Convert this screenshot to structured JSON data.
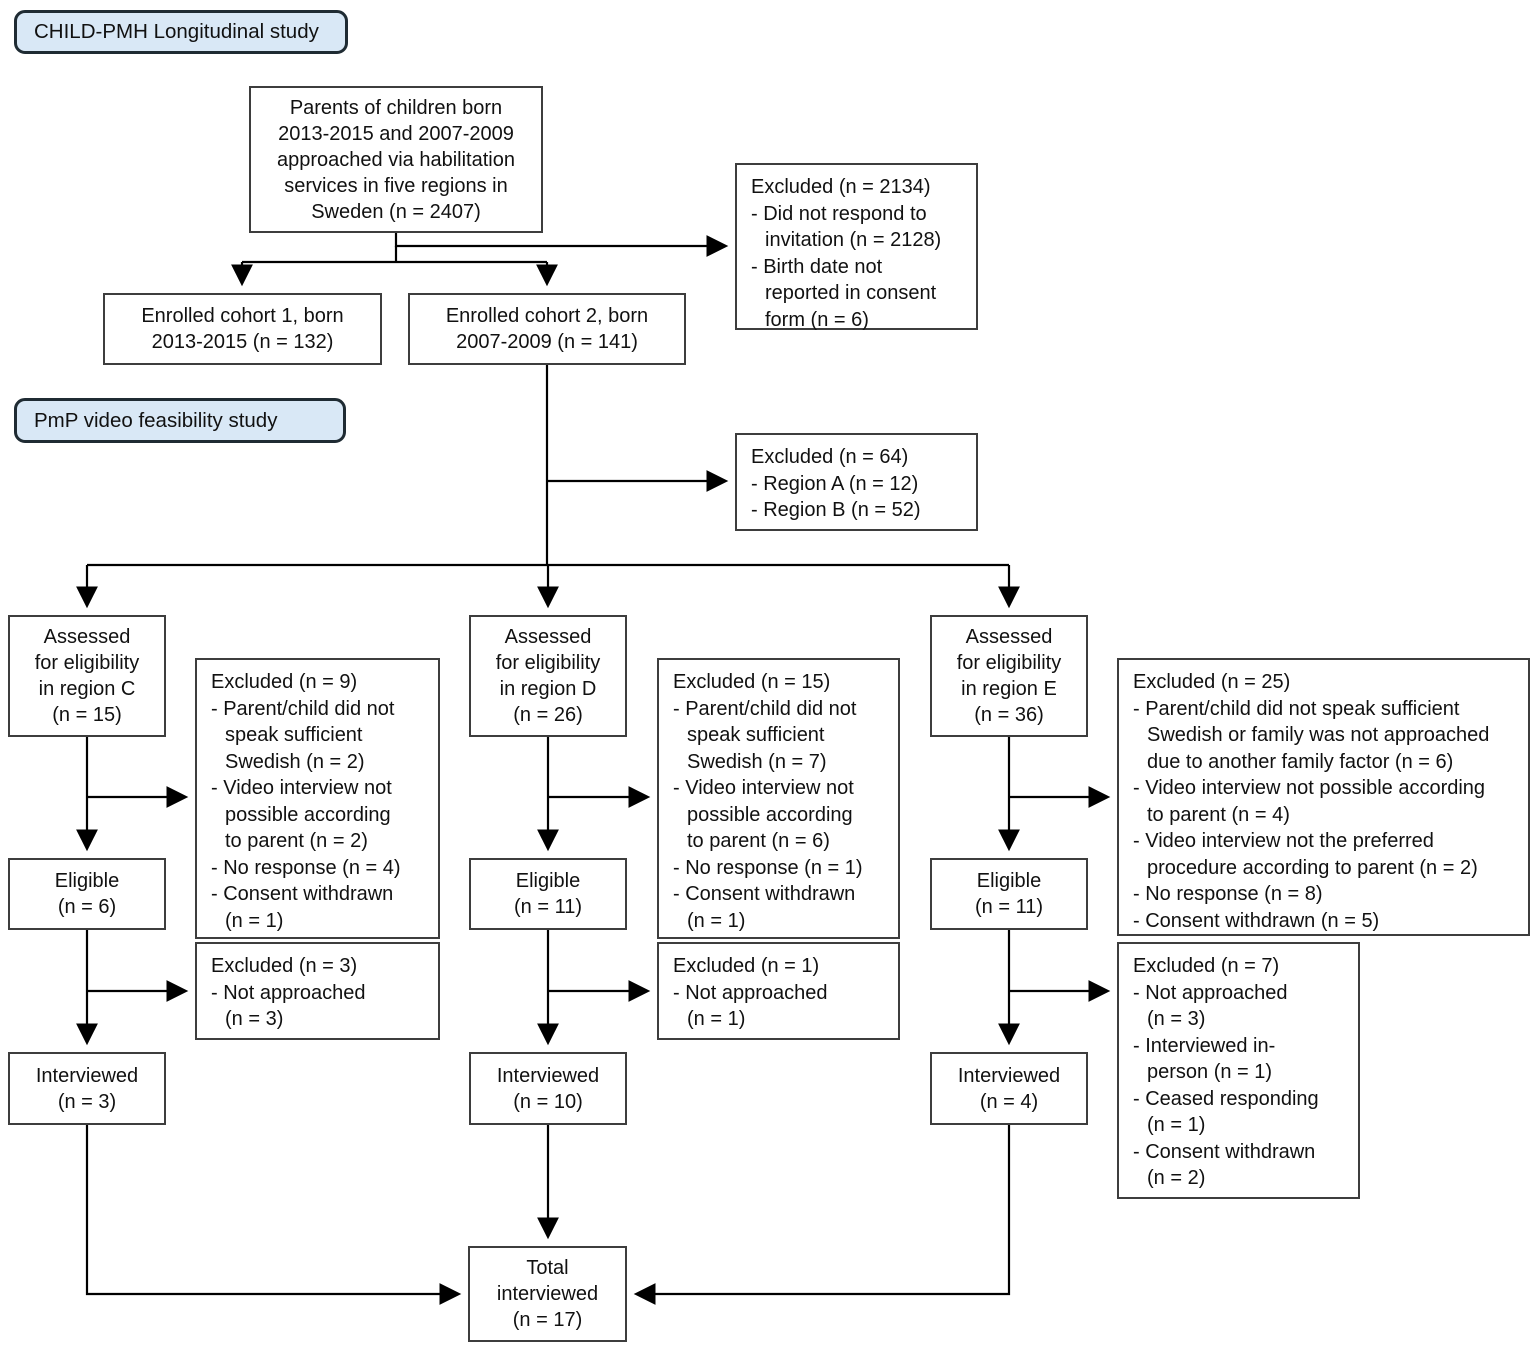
{
  "diagram": {
    "study_labels": {
      "longitudinal": "CHILD-PMH Longitudinal study",
      "feasibility": "PmP video feasibility study"
    },
    "nodes": {
      "parents": "Parents of children born\n2013-2015 and 2007-2009\napproached via habilitation\nservices in five regions in\nSweden (n = 2407)",
      "cohort1": "Enrolled cohort 1, born\n2013-2015 (n = 132)",
      "cohort2": "Enrolled cohort 2, born\n2007-2009 (n = 141)",
      "assessed_c": "Assessed\nfor eligibility\nin region C\n(n = 15)",
      "assessed_d": "Assessed\nfor eligibility\nin region D\n(n = 26)",
      "assessed_e": "Assessed\nfor eligibility\nin region E\n(n = 36)",
      "eligible_c": "Eligible\n(n = 6)",
      "eligible_d": "Eligible\n(n = 11)",
      "eligible_e": "Eligible\n(n = 11)",
      "interviewed_c": "Interviewed\n(n = 3)",
      "interviewed_d": "Interviewed\n(n = 10)",
      "interviewed_e": "Interviewed\n(n = 4)",
      "total": "Total\ninterviewed\n(n = 17)"
    },
    "exclusions": {
      "initial": {
        "title": "Excluded (n = 2134)",
        "items": [
          "- Did not respond to\ninvitation (n = 2128)",
          "- Birth date not\nreported in consent\nform (n = 6)"
        ]
      },
      "regions_ab": {
        "title": "Excluded (n = 64)",
        "items": [
          "- Region A (n = 12)",
          "- Region B (n = 52)"
        ]
      },
      "c_eligibility": {
        "title": "Excluded (n = 9)",
        "items": [
          "- Parent/child did not\nspeak sufficient\nSwedish (n = 2)",
          "- Video interview not\npossible according\nto parent (n = 2)",
          "- No response (n = 4)",
          "- Consent withdrawn\n(n = 1)"
        ]
      },
      "d_eligibility": {
        "title": "Excluded (n = 15)",
        "items": [
          "- Parent/child did not\nspeak sufficient\nSwedish (n = 7)",
          "- Video interview not\npossible according\nto parent (n = 6)",
          "- No response (n = 1)",
          "- Consent withdrawn\n(n = 1)"
        ]
      },
      "e_eligibility": {
        "title": "Excluded (n = 25)",
        "items": [
          "- Parent/child did not speak sufficient\nSwedish or family was not approached\ndue to another family factor (n = 6)",
          "- Video interview not possible according\nto parent (n = 4)",
          "- Video interview not the preferred\nprocedure according to parent (n = 2)",
          "- No response (n = 8)",
          "- Consent withdrawn  (n = 5)"
        ]
      },
      "c_approach": {
        "title": "Excluded (n = 3)",
        "items": [
          "- Not approached\n(n = 3)"
        ]
      },
      "d_approach": {
        "title": "Excluded (n = 1)",
        "items": [
          "- Not approached\n(n = 1)"
        ]
      },
      "e_approach": {
        "title": "Excluded (n = 7)",
        "items": [
          "- Not approached\n(n = 3)",
          "- Interviewed in-\nperson (n = 1)",
          "- Ceased responding\n(n = 1)",
          "- Consent withdrawn\n(n = 2)"
        ]
      }
    },
    "colors": {
      "label_fill": "#d9e8f6",
      "box_border": "#3d3d3d",
      "line": "#000000"
    }
  }
}
